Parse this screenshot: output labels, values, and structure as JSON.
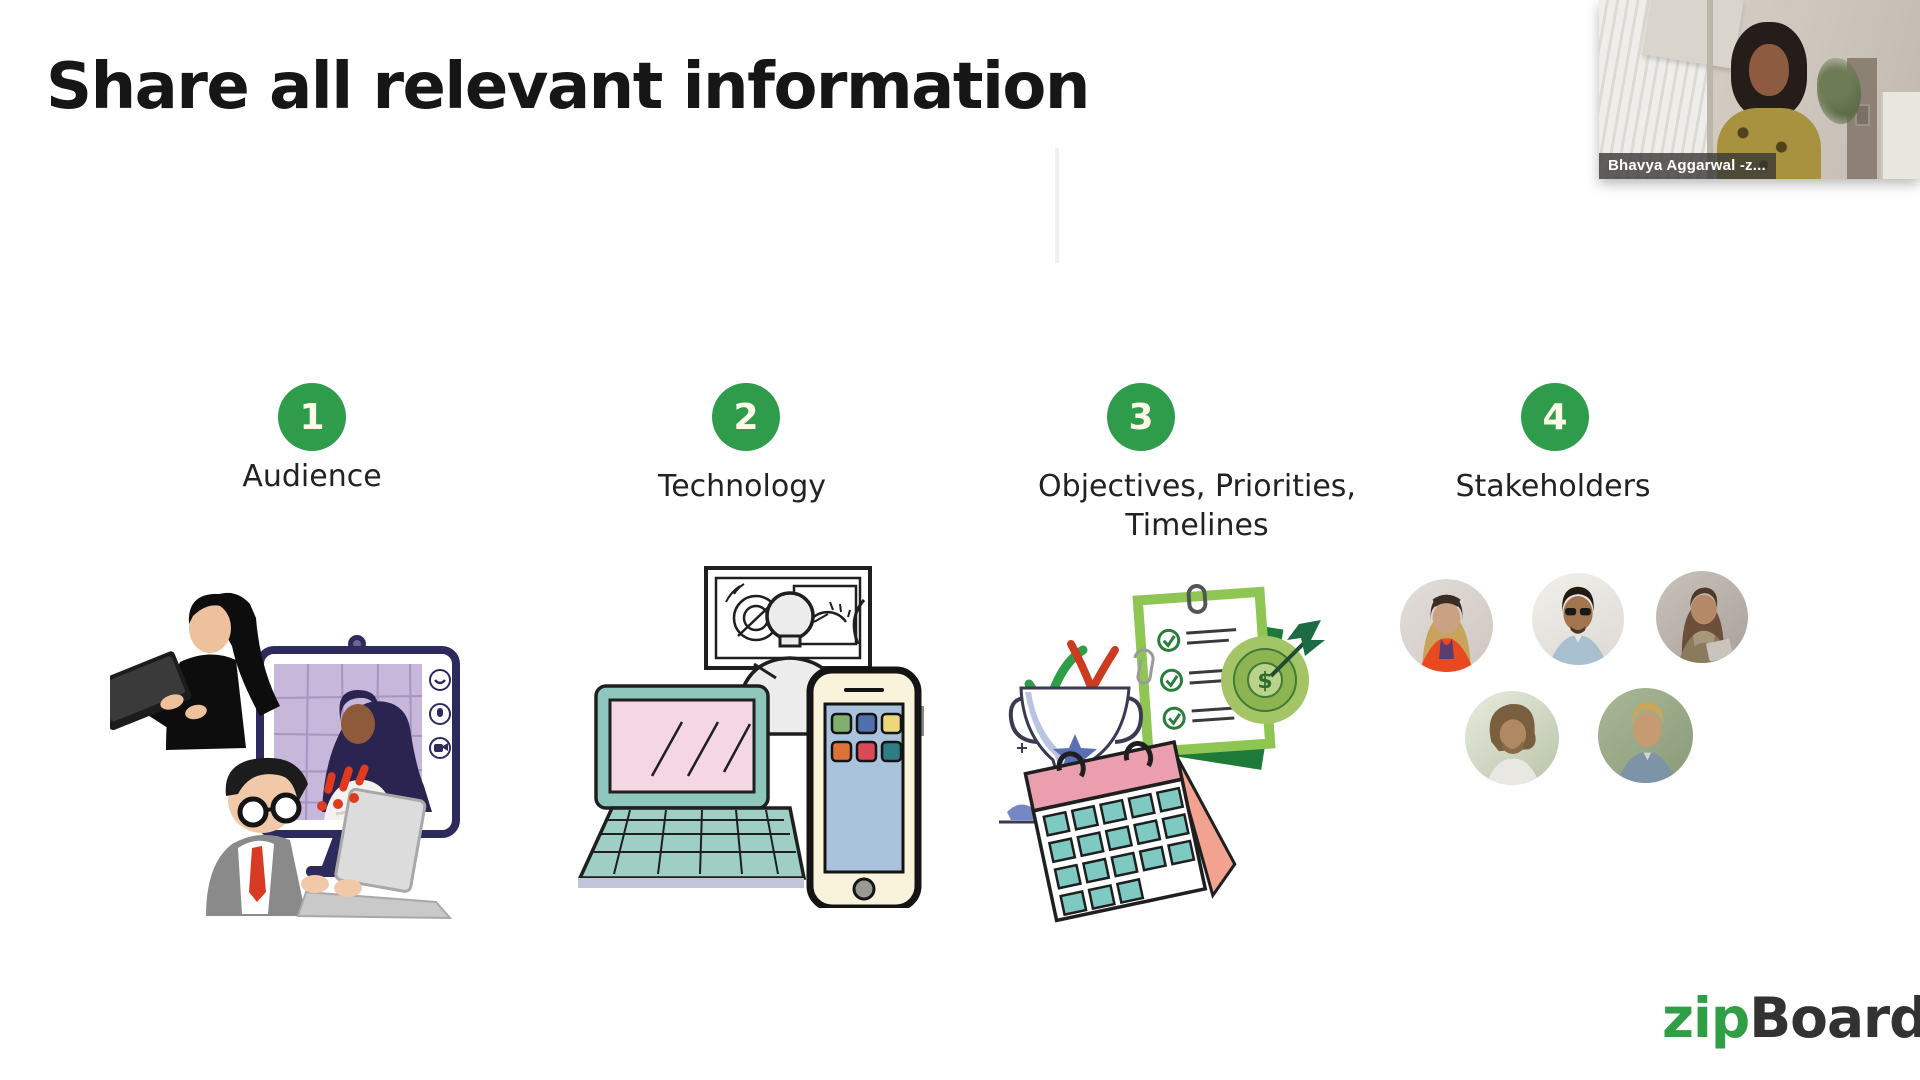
{
  "slide": {
    "title": "Share all relevant information"
  },
  "columns": [
    {
      "number": "1",
      "label": "Audience",
      "label_lines": [
        "Audience"
      ],
      "illustration": "team-collaboration-video-call-illustration"
    },
    {
      "number": "2",
      "label": "Technology",
      "label_lines": [
        "Technology"
      ],
      "illustration": "laptop-smartphone-presentation-illustration"
    },
    {
      "number": "3",
      "label": "Objectives, Priorities, Timelines",
      "label_lines": [
        "Objectives, Priorities,",
        "Timelines"
      ],
      "illustration": "trophy-checklist-target-calendar-illustration"
    },
    {
      "number": "4",
      "label": "Stakeholders",
      "label_lines": [
        "Stakeholders"
      ],
      "illustration": "stakeholder-avatar-photos"
    }
  ],
  "video_overlay": {
    "participant_name": "Bhavya Aggarwal -z..."
  },
  "logo": {
    "zip": "zip",
    "board": "Board"
  },
  "colors": {
    "accent_green": "#2e9c4a",
    "logo_green": "#2f9e45",
    "logo_dark": "#323232"
  },
  "avatars": [
    "blonde-woman-orange-top",
    "man-dark-hair-sunglasses-blue-shirt",
    "woman-brown-hair-scarf-tablet",
    "man-long-curly-hair-beard-white-tshirt",
    "blond-man-blue-grey-shirt"
  ]
}
